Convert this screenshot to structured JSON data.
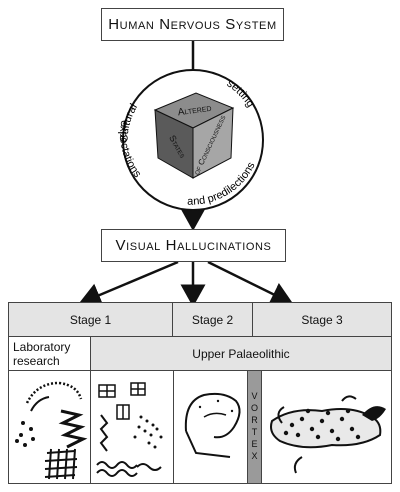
{
  "top_box": {
    "label": "Human Nervous System"
  },
  "cube": {
    "face_top": "Altered",
    "face_left": "States",
    "face_right": "of Consciousness"
  },
  "circle_text": {
    "top_left": "Cultural",
    "top_right": "setting",
    "bottom_left": "expectations",
    "bottom_right": "and predilections"
  },
  "middle_box": {
    "label": "Visual Hallucinations"
  },
  "stages": {
    "stage1": "Stage 1",
    "stage2": "Stage 2",
    "stage3": "Stage 3"
  },
  "sources": {
    "laboratory": "Laboratory research",
    "upper": "Upper Palaeolithic"
  },
  "vortex": {
    "label": "VORTEX"
  },
  "colors": {
    "cube_dark": "#4a4a4a",
    "cube_mid": "#8c8c8c",
    "cube_light": "#b8b8b8",
    "vortex": "#9a9a9a"
  }
}
